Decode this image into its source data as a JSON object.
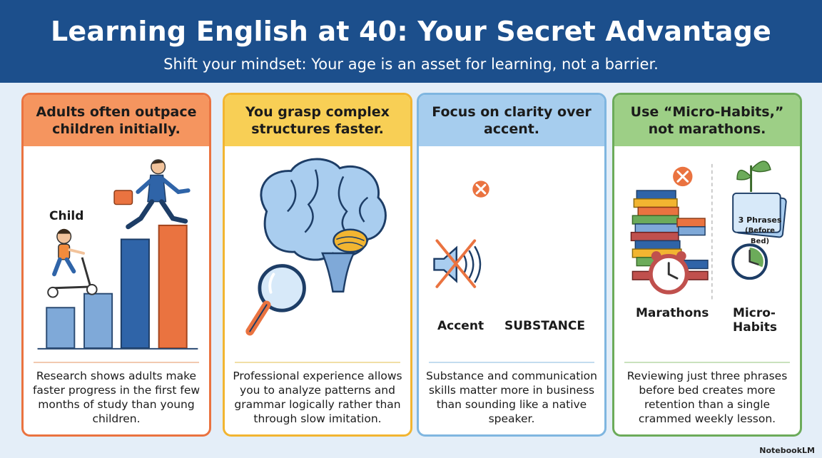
{
  "header": {
    "title": "Learning English at 40: Your Secret Advantage",
    "subtitle": "Shift your mindset: Your age is an asset for learning, not a barrier."
  },
  "cards": [
    {
      "title": "Adults often outpace children initially.",
      "body": "Research shows adults make faster progress in the first few months of study than young children.",
      "labels": {
        "child": "Child"
      },
      "accent": "#ea7340"
    },
    {
      "title": "You grasp complex structures faster.",
      "body": "Professional experience allows you to analyze patterns and grammar logically rather than through slow imitation.",
      "accent": "#f2b531"
    },
    {
      "title": "Focus on clarity over accent.",
      "body": "Substance and communication skills matter more in business than sounding like a native speaker.",
      "labels": {
        "accent": "Accent",
        "substance": "SUBSTANCE"
      },
      "accent": "#7fb6e0"
    },
    {
      "title": "Use “Micro-Habits,” not marathons.",
      "body": "Reviewing just three phrases before bed creates more retention than a single crammed weekly lesson.",
      "labels": {
        "marathons": "Marathons",
        "micro_habits": "Micro-Habits",
        "card_line1": "3 Phrases",
        "card_line2": "(Before Bed)"
      },
      "accent": "#6cab5a"
    }
  ],
  "brand": "NotebookLM"
}
